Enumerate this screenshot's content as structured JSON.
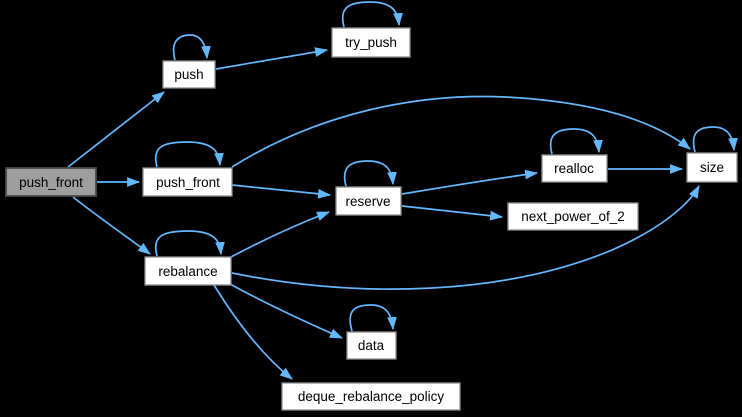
{
  "diagram": {
    "type": "call-graph",
    "background_color": "#000000",
    "edge_color": "#63b8ff",
    "node_fill_color": "#ffffff",
    "node_border_color": "#8f8f8f",
    "highlight_node_fill_color": "#9e9e9e",
    "highlight_node_border_color": "#4a4a4a",
    "text_color": "#000000",
    "nodes": [
      {
        "id": "push_front_root",
        "label": "push_front",
        "highlighted": true,
        "self_loop": false
      },
      {
        "id": "push",
        "label": "push",
        "highlighted": false,
        "self_loop": true
      },
      {
        "id": "try_push",
        "label": "try_push",
        "highlighted": false,
        "self_loop": true
      },
      {
        "id": "push_front",
        "label": "push_front",
        "highlighted": false,
        "self_loop": true
      },
      {
        "id": "reserve",
        "label": "reserve",
        "highlighted": false,
        "self_loop": true
      },
      {
        "id": "realloc",
        "label": "realloc",
        "highlighted": false,
        "self_loop": true
      },
      {
        "id": "next_power_of_2",
        "label": "next_power_of_2",
        "highlighted": false,
        "self_loop": false
      },
      {
        "id": "size",
        "label": "size",
        "highlighted": false,
        "self_loop": true
      },
      {
        "id": "rebalance",
        "label": "rebalance",
        "highlighted": false,
        "self_loop": true
      },
      {
        "id": "data",
        "label": "data",
        "highlighted": false,
        "self_loop": true
      },
      {
        "id": "deque_rebalance_policy",
        "label": "deque_rebalance_policy",
        "highlighted": false,
        "self_loop": false
      }
    ],
    "edges": [
      {
        "from": "push_front_root",
        "to": "push"
      },
      {
        "from": "push_front_root",
        "to": "push_front"
      },
      {
        "from": "push_front_root",
        "to": "rebalance"
      },
      {
        "from": "push",
        "to": "push"
      },
      {
        "from": "push",
        "to": "try_push"
      },
      {
        "from": "try_push",
        "to": "try_push"
      },
      {
        "from": "push_front",
        "to": "push_front"
      },
      {
        "from": "push_front",
        "to": "reserve"
      },
      {
        "from": "push_front",
        "to": "size"
      },
      {
        "from": "reserve",
        "to": "reserve"
      },
      {
        "from": "reserve",
        "to": "realloc"
      },
      {
        "from": "reserve",
        "to": "next_power_of_2"
      },
      {
        "from": "realloc",
        "to": "realloc"
      },
      {
        "from": "realloc",
        "to": "size"
      },
      {
        "from": "size",
        "to": "size"
      },
      {
        "from": "rebalance",
        "to": "rebalance"
      },
      {
        "from": "rebalance",
        "to": "reserve"
      },
      {
        "from": "rebalance",
        "to": "size"
      },
      {
        "from": "rebalance",
        "to": "data"
      },
      {
        "from": "rebalance",
        "to": "deque_rebalance_policy"
      },
      {
        "from": "data",
        "to": "data"
      }
    ]
  }
}
